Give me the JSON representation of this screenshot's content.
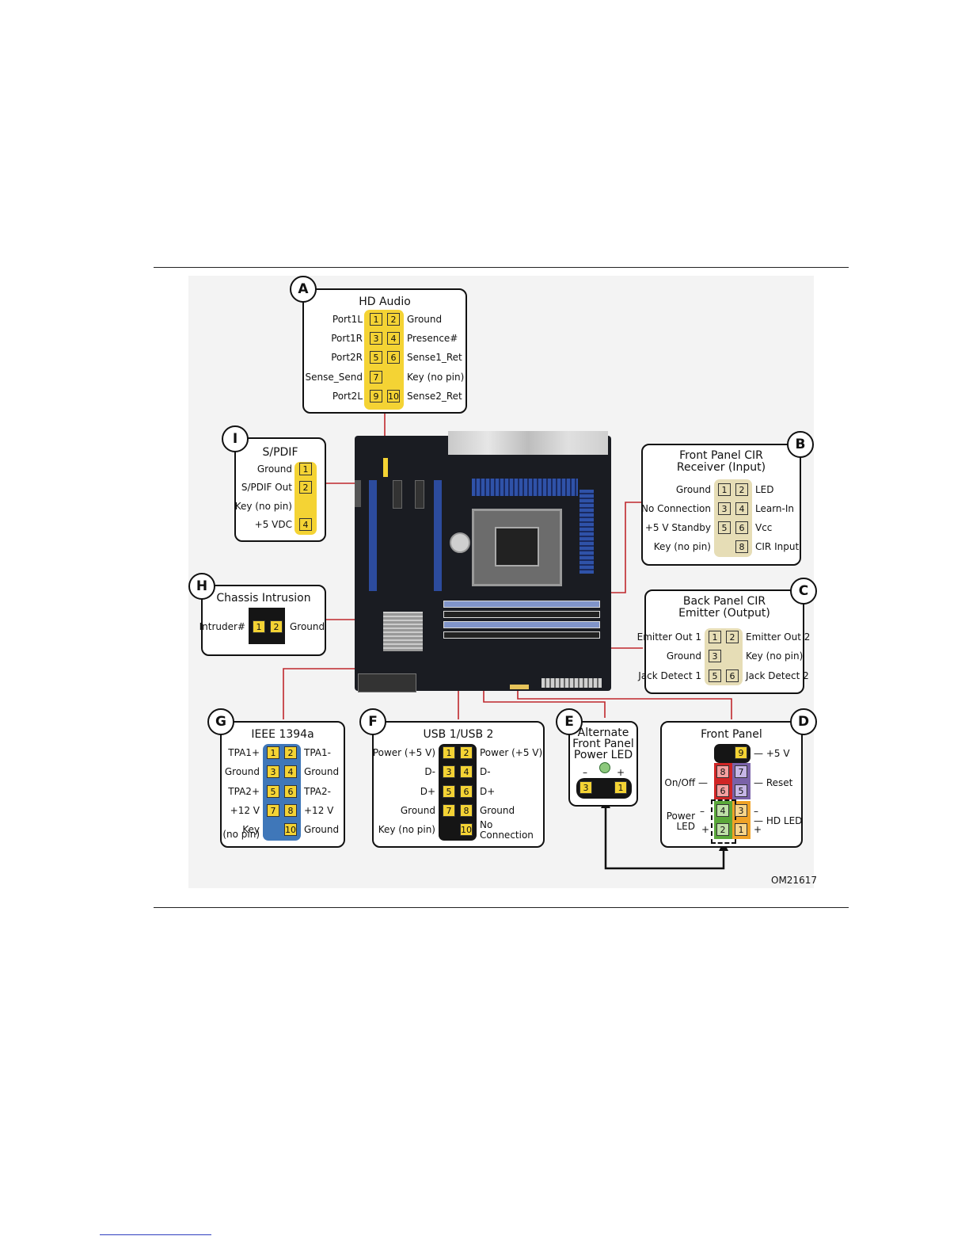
{
  "figure_id": "OM21617",
  "colors": {
    "yellow": "#f4d334",
    "beige": "#e6ddb6",
    "blue": "#3f77b9",
    "black": "#151515",
    "red": "#d02525",
    "purple": "#7a62a8",
    "green": "#5aa83a",
    "orange": "#f0a226",
    "wire": "#c0272d"
  },
  "callouts": {
    "A": {
      "letter": "A",
      "title": "HD Audio",
      "left": [
        "Port1L",
        "Port1R",
        "Port2R",
        "Sense_Send",
        "Port2L"
      ],
      "right": [
        "Ground",
        "Presence#",
        "Sense1_Ret",
        "Key (no pin)",
        "Sense2_Ret"
      ],
      "pins_l": [
        "1",
        "3",
        "5",
        "7",
        "9"
      ],
      "pins_r": [
        "2",
        "4",
        "6",
        "",
        "10"
      ]
    },
    "B": {
      "letter": "B",
      "title_1": "Front Panel CIR",
      "title_2": "Receiver (Input)",
      "left": [
        "Ground",
        "No Connection",
        "+5 V Standby",
        "Key (no pin)"
      ],
      "right": [
        "LED",
        "Learn-In",
        "Vcc",
        "CIR Input"
      ],
      "pins_l": [
        "1",
        "3",
        "5",
        ""
      ],
      "pins_r": [
        "2",
        "4",
        "6",
        "8"
      ]
    },
    "C": {
      "letter": "C",
      "title_1": "Back Panel CIR",
      "title_2": "Emitter (Output)",
      "left": [
        "Emitter Out 1",
        "Ground",
        "Jack Detect 1"
      ],
      "right": [
        "Emitter Out 2",
        "Key (no pin)",
        "Jack Detect 2"
      ],
      "pins_l": [
        "1",
        "3",
        "5"
      ],
      "pins_r": [
        "2",
        "",
        "6"
      ]
    },
    "D": {
      "letter": "D",
      "title": "Front Panel",
      "right_labels": [
        "+5 V",
        "Reset",
        "HD LED"
      ],
      "left_labels": [
        "On/Off",
        "Power",
        "LED"
      ],
      "minus": "–",
      "plus": "+",
      "pins_l": [
        "",
        "8",
        "6",
        "4",
        "2"
      ],
      "pins_r": [
        "9",
        "7",
        "5",
        "3",
        "1"
      ]
    },
    "E": {
      "letter": "E",
      "title_1": "Alternate",
      "title_2": "Front Panel",
      "title_3": "Power LED",
      "minus": "–",
      "plus": "+",
      "pins": [
        "3",
        "1"
      ]
    },
    "F": {
      "letter": "F",
      "title": "USB 1/USB 2",
      "left": [
        "Power (+5 V)",
        "D-",
        "D+",
        "Ground",
        "Key (no pin)"
      ],
      "right": [
        "Power (+5 V)",
        "D-",
        "D+",
        "Ground",
        "No"
      ],
      "right_extra": "Connection",
      "pins_l": [
        "1",
        "3",
        "5",
        "7",
        ""
      ],
      "pins_r": [
        "2",
        "4",
        "6",
        "8",
        "10"
      ]
    },
    "G": {
      "letter": "G",
      "title": "IEEE 1394a",
      "left": [
        "TPA1+",
        "Ground",
        "TPA2+",
        "+12 V",
        "Key"
      ],
      "left_extra": "(no pin)",
      "right": [
        "TPA1-",
        "Ground",
        "TPA2-",
        "+12 V",
        "Ground"
      ],
      "pins_l": [
        "1",
        "3",
        "5",
        "7",
        ""
      ],
      "pins_r": [
        "2",
        "4",
        "6",
        "8",
        "10"
      ]
    },
    "H": {
      "letter": "H",
      "title": "Chassis Intrusion",
      "left": "Intruder#",
      "right": "Ground",
      "pins": [
        "1",
        "2"
      ]
    },
    "I": {
      "letter": "I",
      "title": "S/PDIF",
      "left": [
        "Ground",
        "S/PDIF Out",
        "Key (no pin)",
        "+5 VDC"
      ],
      "pins": [
        "1",
        "2",
        "",
        "4"
      ]
    }
  }
}
